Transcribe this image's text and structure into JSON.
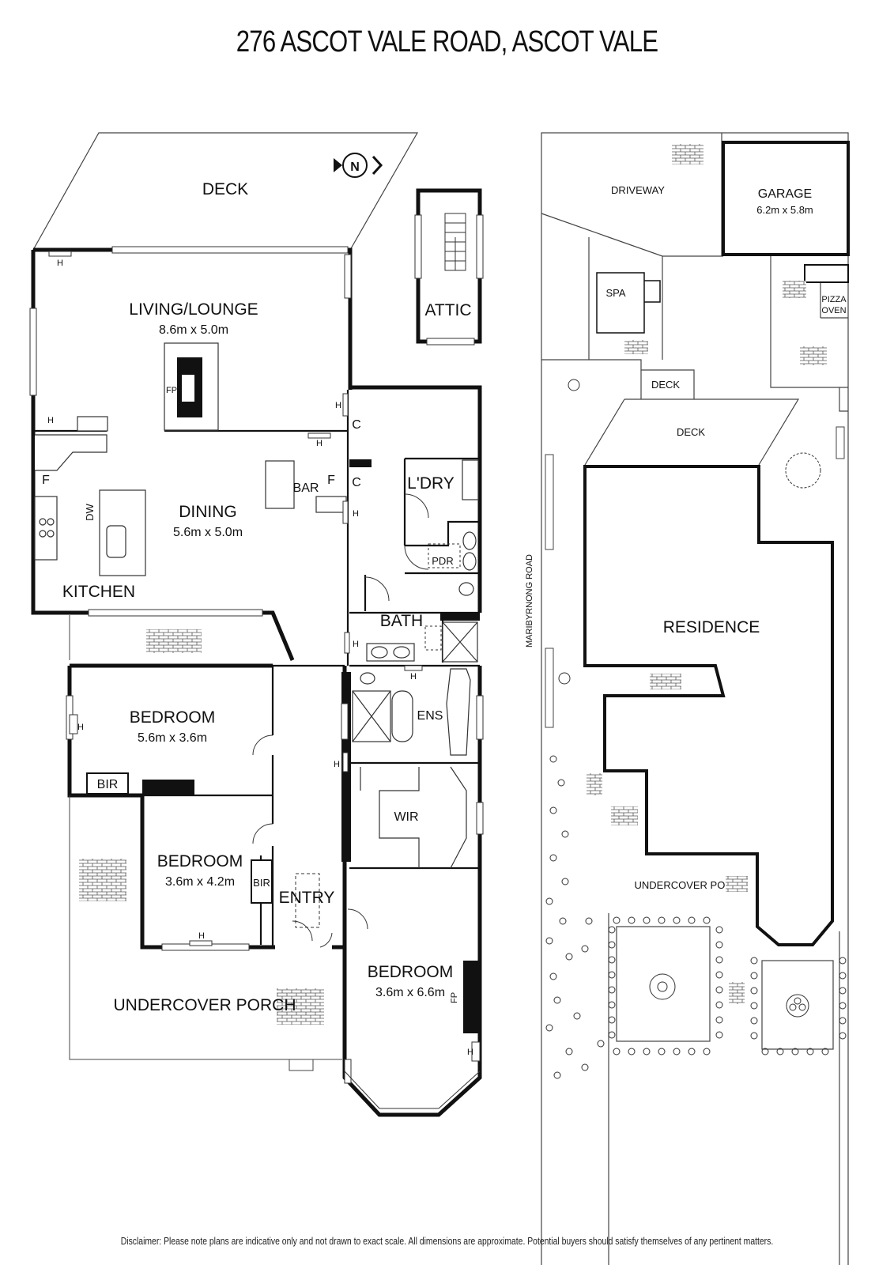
{
  "title": "276 ASCOT VALE ROAD, ASCOT VALE",
  "disclaimer": "Disclaimer: Please note plans are indicative only and not drawn to exact scale. All dimensions are approximate. Potential buyers should satisfy themselves of any pertinent matters.",
  "compass": "N",
  "floor_plan": {
    "deck": "DECK",
    "living": {
      "name": "LIVING/LOUNGE",
      "dim": "8.6m x 5.0m"
    },
    "fireplace": "FP",
    "dining": {
      "name": "DINING",
      "dim": "5.6m x 5.0m"
    },
    "kitchen": "KITCHEN",
    "dw": "DW",
    "bar": "BAR",
    "fridge": "F",
    "cupboard": "C",
    "heater": "H",
    "laundry": "L'DRY",
    "powder": "PDR",
    "bath": "BATH",
    "attic": "ATTIC",
    "bedroom1": {
      "name": "BEDROOM",
      "dim": "5.6m x 3.6m"
    },
    "bir": "BIR",
    "bedroom2": {
      "name": "BEDROOM",
      "dim": "3.6m x 4.2m"
    },
    "entry": "ENTRY",
    "ensuite": "ENS",
    "wir": "WIR",
    "bedroom3": {
      "name": "BEDROOM",
      "dim": "3.6m x 6.6m"
    },
    "porch": "UNDERCOVER PORCH"
  },
  "site_plan": {
    "driveway": "DRIVEWAY",
    "garage": {
      "name": "GARAGE",
      "dim": "6.2m x 5.8m"
    },
    "spa": "SPA",
    "pizza_oven": [
      "PIZZA",
      "OVEN"
    ],
    "deck_small": "DECK",
    "deck_large": "DECK",
    "residence": "RESIDENCE",
    "road": "MARIBYRNONG ROAD",
    "porch": "UNDERCOVER PORCH"
  }
}
